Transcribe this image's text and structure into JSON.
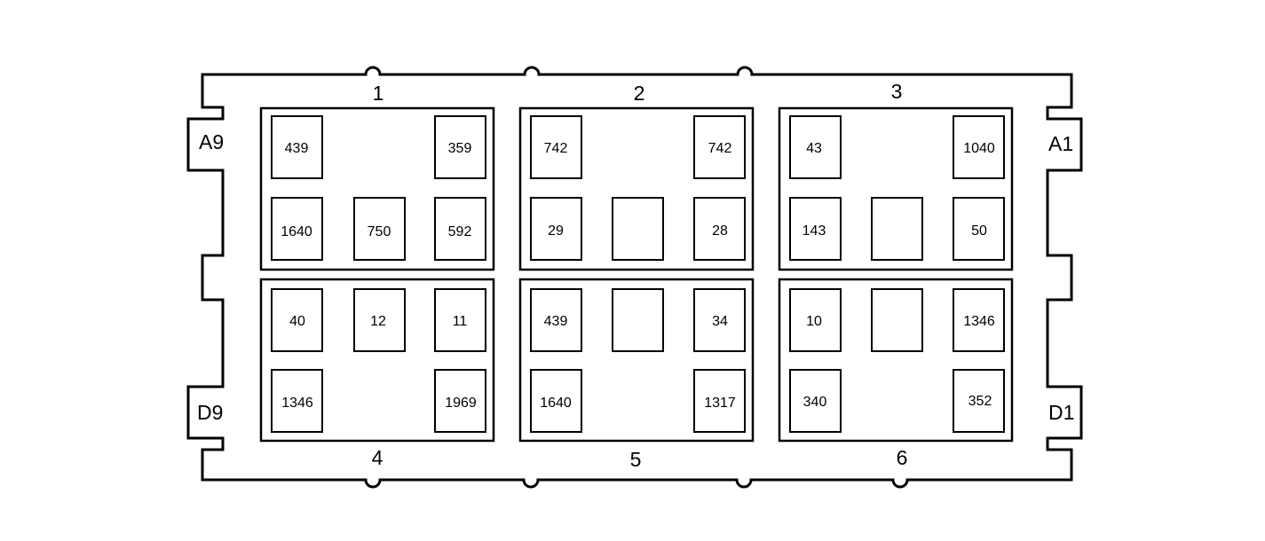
{
  "corner_labels": {
    "top_left": "A9",
    "top_right": "A1",
    "bottom_left": "D9",
    "bottom_right": "D1"
  },
  "groups": [
    {
      "label": "1",
      "cells": [
        "439",
        "359",
        "1640",
        "750",
        "592"
      ]
    },
    {
      "label": "2",
      "cells": [
        "742",
        "742",
        "29",
        "",
        "28"
      ]
    },
    {
      "label": "3",
      "cells": [
        "43",
        "1040",
        "143",
        "",
        "50"
      ]
    },
    {
      "label": "4",
      "cells": [
        "40",
        "12",
        "11",
        "1346",
        "1969"
      ]
    },
    {
      "label": "5",
      "cells": [
        "439",
        "",
        "34",
        "1640",
        "1317"
      ]
    },
    {
      "label": "6",
      "cells": [
        "10",
        "",
        "1346",
        "340",
        "352"
      ]
    }
  ]
}
